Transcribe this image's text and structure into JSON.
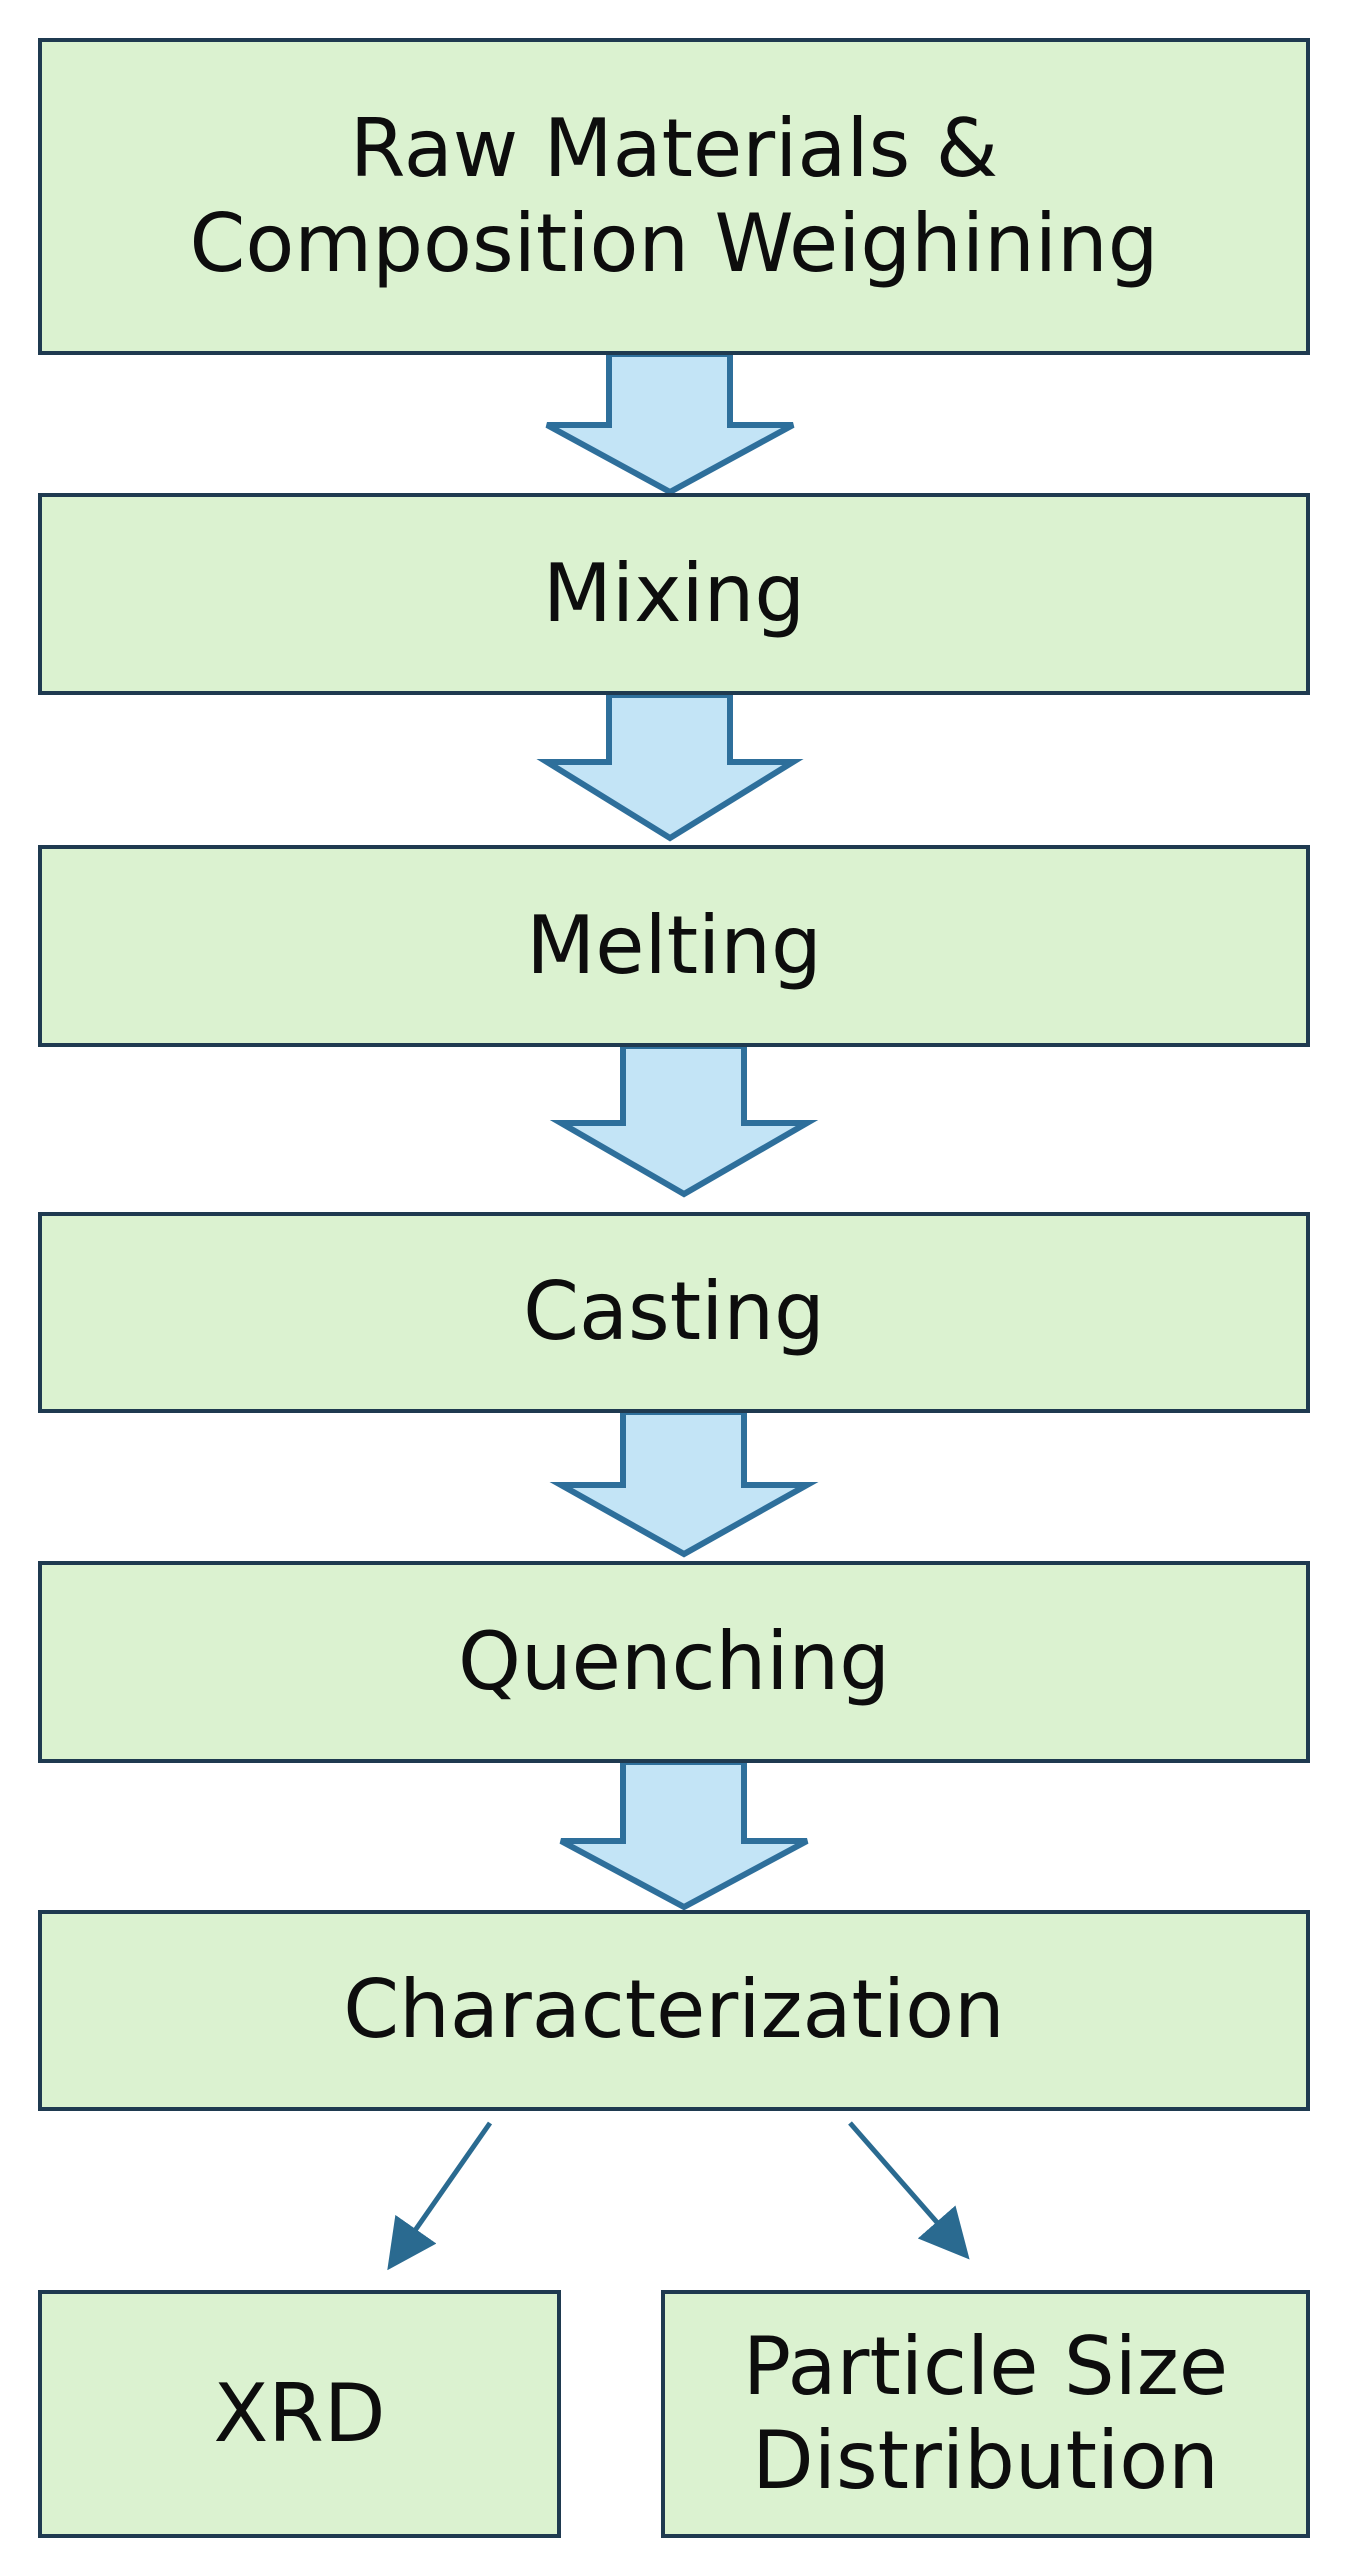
{
  "steps": [
    {
      "line1": "Raw Materials &",
      "line2": "Composition Weighining"
    },
    {
      "label": "Mixing"
    },
    {
      "label": "Melting"
    },
    {
      "label": "Casting"
    },
    {
      "label": "Quenching"
    },
    {
      "label": "Characterization"
    }
  ],
  "outputs": {
    "xrd": "XRD",
    "psd_line1": "Particle Size",
    "psd_line2": "Distribution"
  },
  "colors": {
    "box_fill": "#dbf2d0",
    "box_border": "#1f3a50",
    "arrow_fill": "#c3e4f6",
    "arrow_stroke": "#2e6f9b",
    "connector": "#2a6a90"
  }
}
